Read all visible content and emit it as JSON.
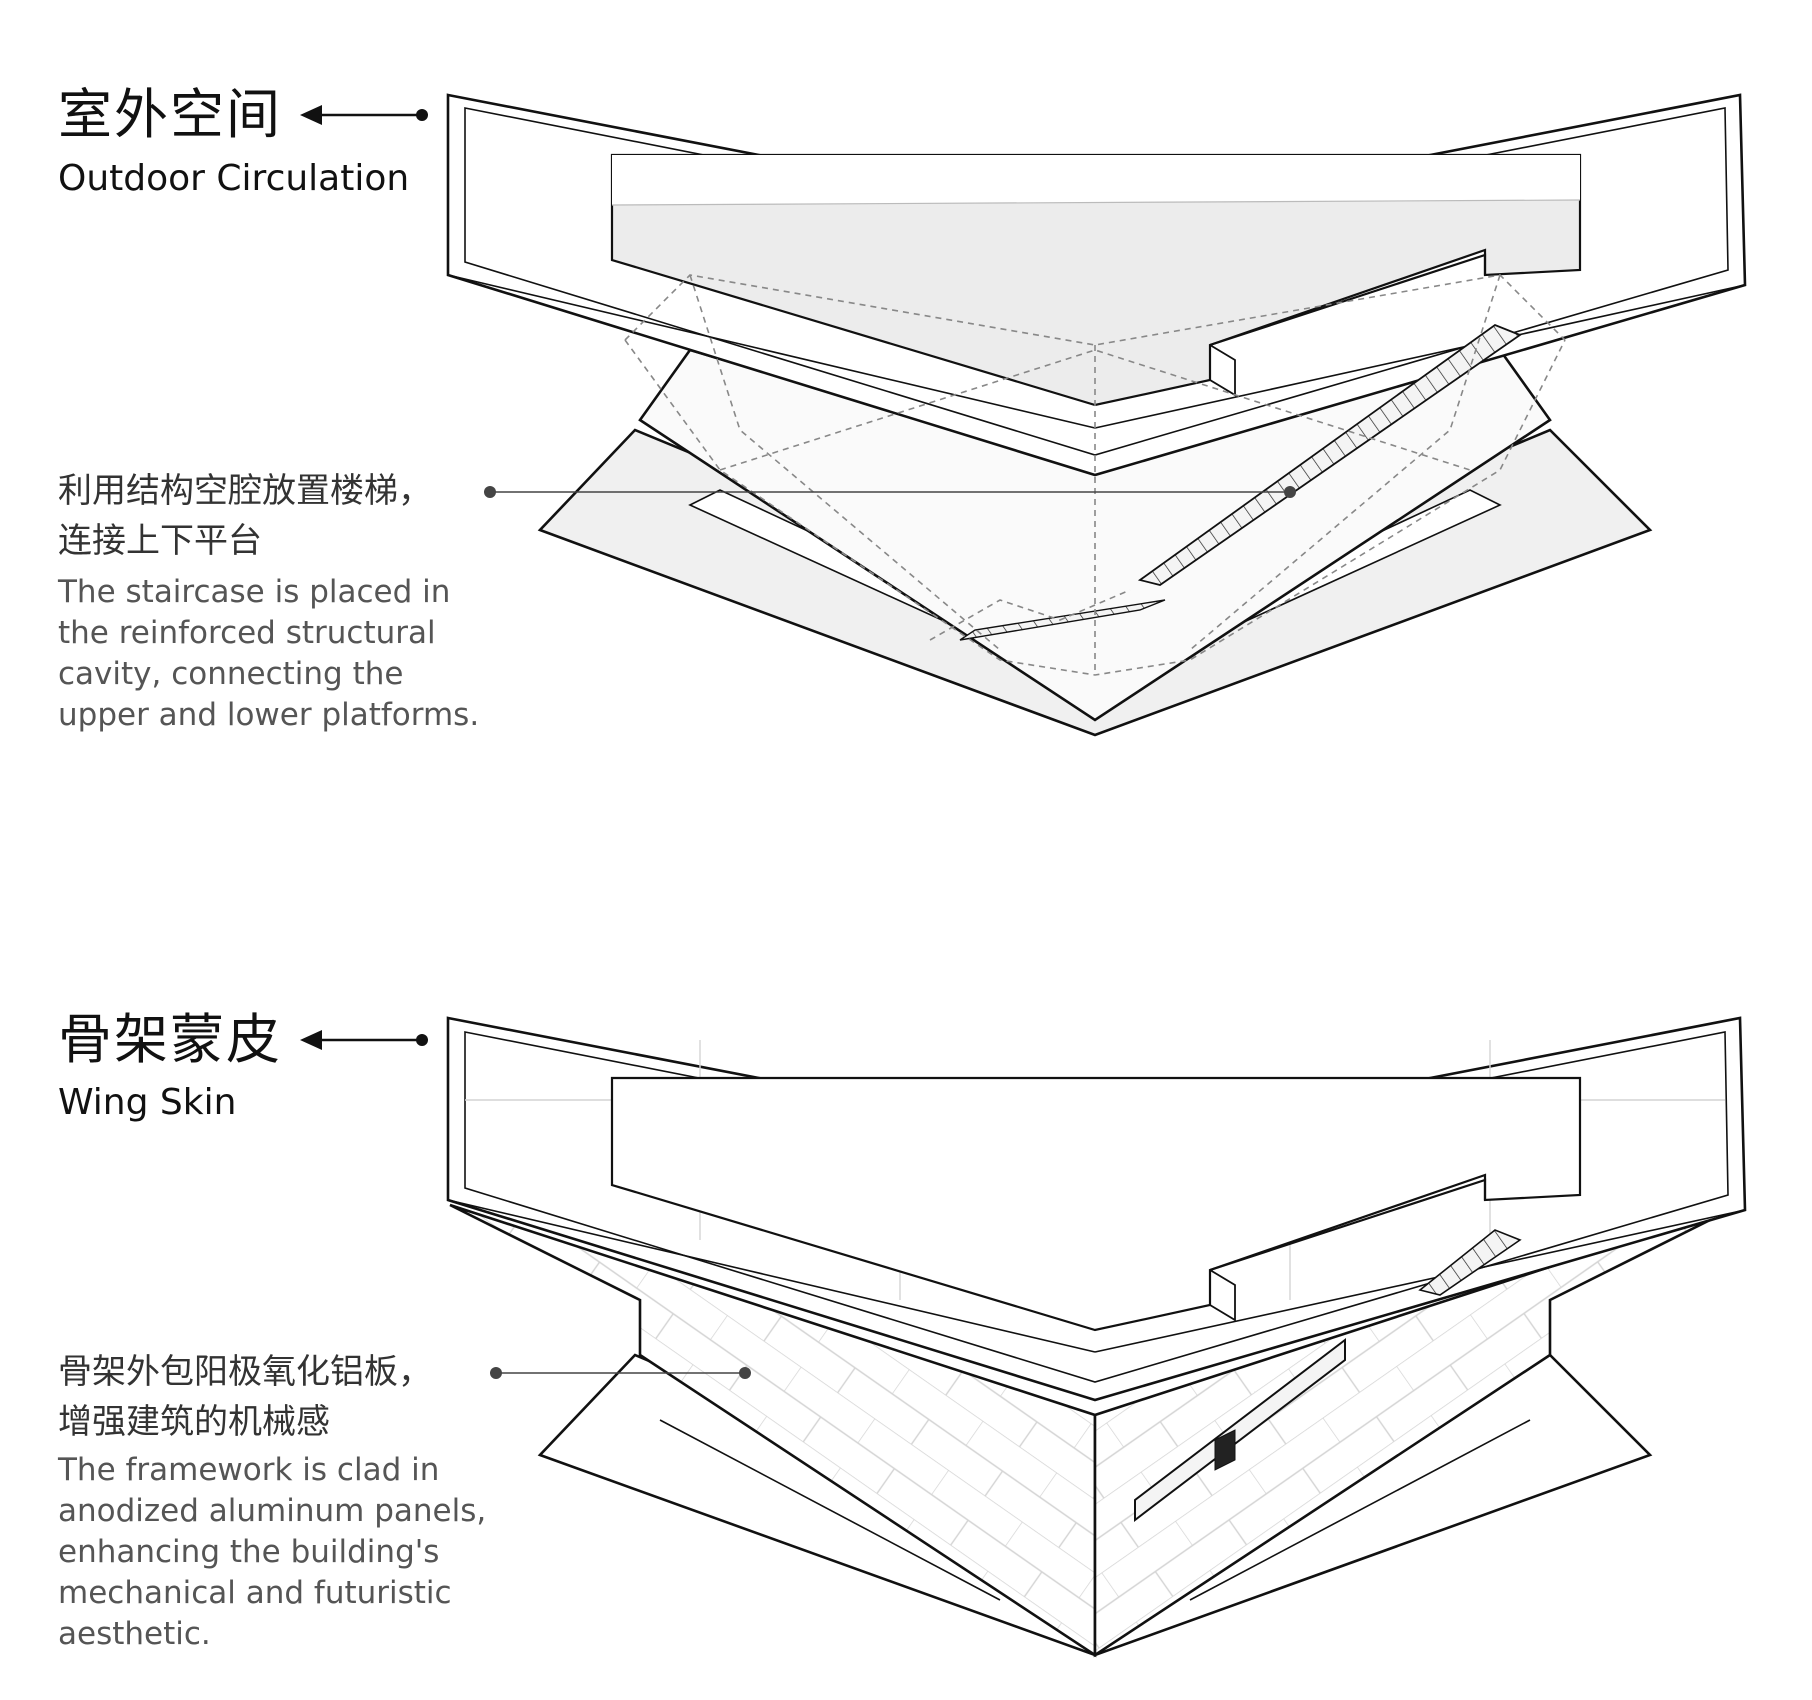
{
  "diagram_top": {
    "title_zh": "室外空间",
    "title_en": "Outdoor Circulation",
    "note_zh_line1": "利用结构空腔放置楼梯，",
    "note_zh_line2": "连接上下平台",
    "note_en_lines": [
      "The staircase is placed in",
      "the reinforced structural",
      "cavity, connecting the",
      "upper and lower platforms."
    ]
  },
  "diagram_bottom": {
    "title_zh": "骨架蒙皮",
    "title_en": "Wing Skin",
    "note_zh_line1": "骨架外包阳极氧化铝板，",
    "note_zh_line2": "增强建筑的机械感",
    "note_en_lines": [
      "The framework is clad in",
      "anodized aluminum panels,",
      "enhancing the building's",
      "mechanical and futuristic",
      "aesthetic."
    ]
  },
  "colors": {
    "line": "#111111",
    "dashed": "#888888",
    "fill_light": "#eeeeee",
    "callout_dot": "#444444"
  }
}
